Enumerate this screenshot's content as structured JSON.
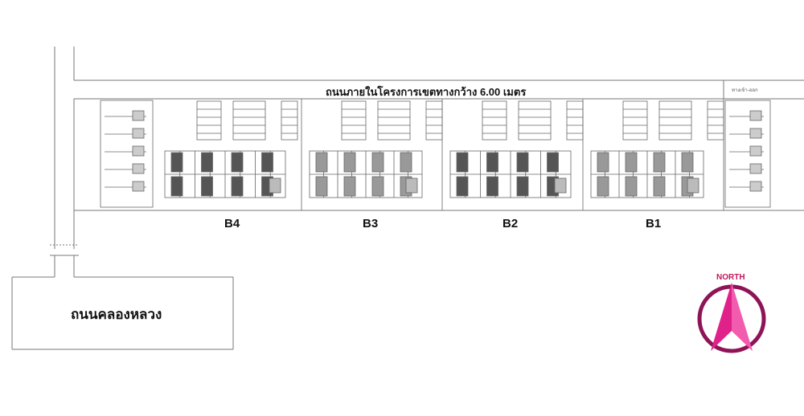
{
  "title": "Site plan",
  "internal_road_label": "ถนนภายในโครงการเขตทางกว้าง 6.00 เมตร",
  "entrance_label": "ทางเข้า-ออก",
  "main_road_label": "ถนนคลองหลวง",
  "buildings": [
    {
      "label": "B4"
    },
    {
      "label": "B3"
    },
    {
      "label": "B2"
    },
    {
      "label": "B1"
    }
  ],
  "compass": {
    "label": "NORTH",
    "color": "#e0218a",
    "ring_color": "#8e1457"
  }
}
